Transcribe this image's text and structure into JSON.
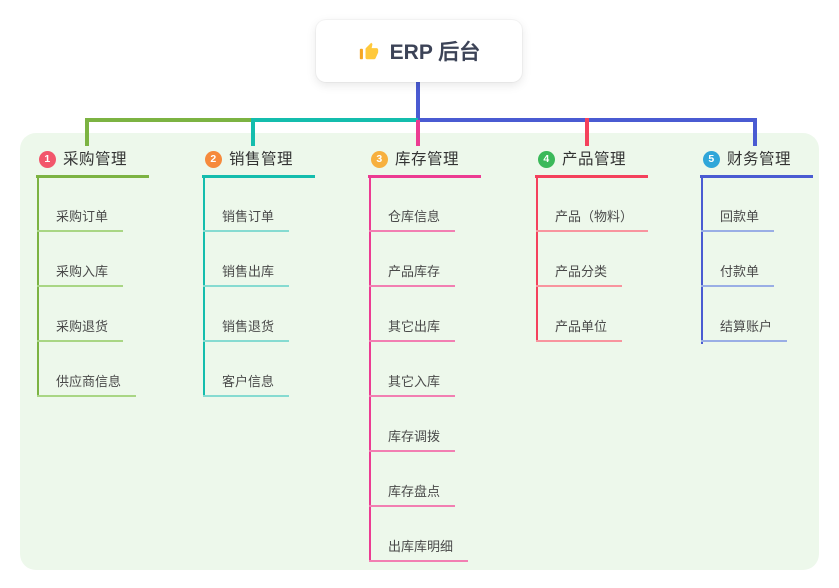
{
  "root": {
    "label": "ERP 后台",
    "icon": "thumbs-up-icon"
  },
  "panel_bg": "#EDF8EB",
  "trunk_color": "#4A5BD2",
  "branches": [
    {
      "number": "1",
      "label": "采购管理",
      "color": "#7CB342",
      "light_color": "#A9D684",
      "badge_color": "#F2566B",
      "children": [
        "采购订单",
        "采购入库",
        "采购退货",
        "供应商信息"
      ]
    },
    {
      "number": "2",
      "label": "销售管理",
      "color": "#14BDAD",
      "light_color": "#86DBD1",
      "badge_color": "#F68A3C",
      "children": [
        "销售订单",
        "销售出库",
        "销售退货",
        "客户信息"
      ]
    },
    {
      "number": "3",
      "label": "库存管理",
      "color": "#EC3C92",
      "light_color": "#F27FB2",
      "badge_color": "#F7B03E",
      "children": [
        "仓库信息",
        "产品库存",
        "其它出库",
        "其它入库",
        "库存调拨",
        "库存盘点",
        "出库库明细"
      ]
    },
    {
      "number": "4",
      "label": "产品管理",
      "color": "#F4415C",
      "light_color": "#F8949E",
      "badge_color": "#3BB95A",
      "children": [
        "产品（物料）",
        "产品分类",
        "产品单位"
      ]
    },
    {
      "number": "5",
      "label": "财务管理",
      "color": "#4A5BD2",
      "light_color": "#9AAEE5",
      "badge_color": "#2FA6D9",
      "children": [
        "回款单",
        "付款单",
        "结算账户"
      ]
    }
  ]
}
